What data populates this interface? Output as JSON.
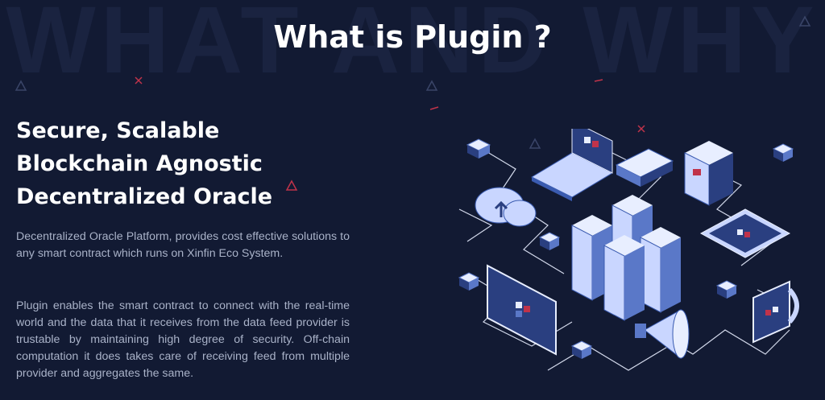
{
  "background": {
    "watermark": "WHAT AND WHY",
    "color": "#121a33"
  },
  "page_title": "What is Plugin ?",
  "headline": [
    "Secure, Scalable",
    "Blockchain Agnostic",
    "Decentralized Oracle"
  ],
  "paragraphs": [
    "Decentralized Oracle Platform, provides cost effective solutions to any smart contract which runs on Xinfin Eco System.",
    "Plugin enables the smart contract to connect with the real-time world and the data that it receives from the data feed provider is trustable by maintaining high degree of security. Off-chain computation it does takes care of receiving feed from multiple provider and aggregates the same."
  ],
  "colors": {
    "text_muted": "#a9b2c8",
    "accent_red": "#c0334a",
    "illustration_blue": "#5a78c8",
    "illustration_light": "#e8eeff"
  },
  "icons": [
    "laptop-icon",
    "cloud-upload-icon",
    "server-rack-icon",
    "monitor-icon",
    "megaphone-icon",
    "smartwatch-icon",
    "tablet-icon",
    "router-icon"
  ]
}
